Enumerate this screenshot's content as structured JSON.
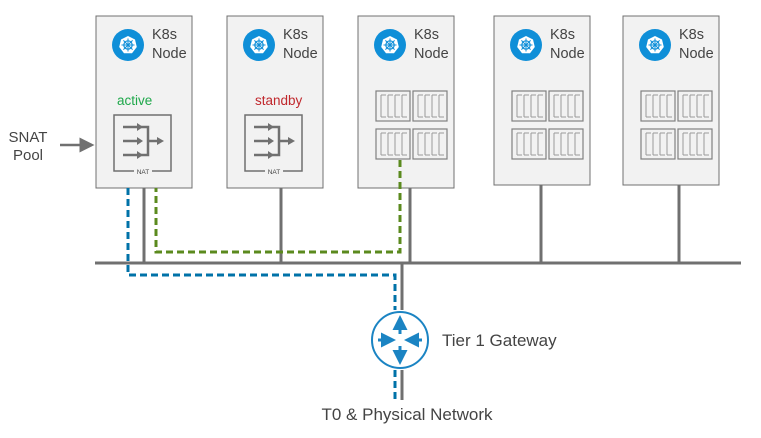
{
  "diagram": {
    "nodes": [
      {
        "line1": "K8s",
        "line2": "Node",
        "content": "nat",
        "status": "active",
        "status_color": "#1fa84b"
      },
      {
        "line1": "K8s",
        "line2": "Node",
        "content": "nat",
        "status": "standby",
        "status_color": "#c0282d"
      },
      {
        "line1": "K8s",
        "line2": "Node",
        "content": "containers"
      },
      {
        "line1": "K8s",
        "line2": "Node",
        "content": "containers"
      },
      {
        "line1": "K8s",
        "line2": "Node",
        "content": "containers"
      }
    ],
    "nat_label": "NAT",
    "snat_pool": {
      "line1": "SNAT",
      "line2": "Pool"
    },
    "gateway_label": "Tier 1 Gateway",
    "network_label": "T0 & Physical Network",
    "colors": {
      "k8s_blue": "#0f8fd8",
      "blue_path": "#0072a8",
      "green_path": "#5b8a1e",
      "bus": "#707070",
      "node_fill": "#f2f2f2",
      "node_border": "#707070"
    }
  }
}
